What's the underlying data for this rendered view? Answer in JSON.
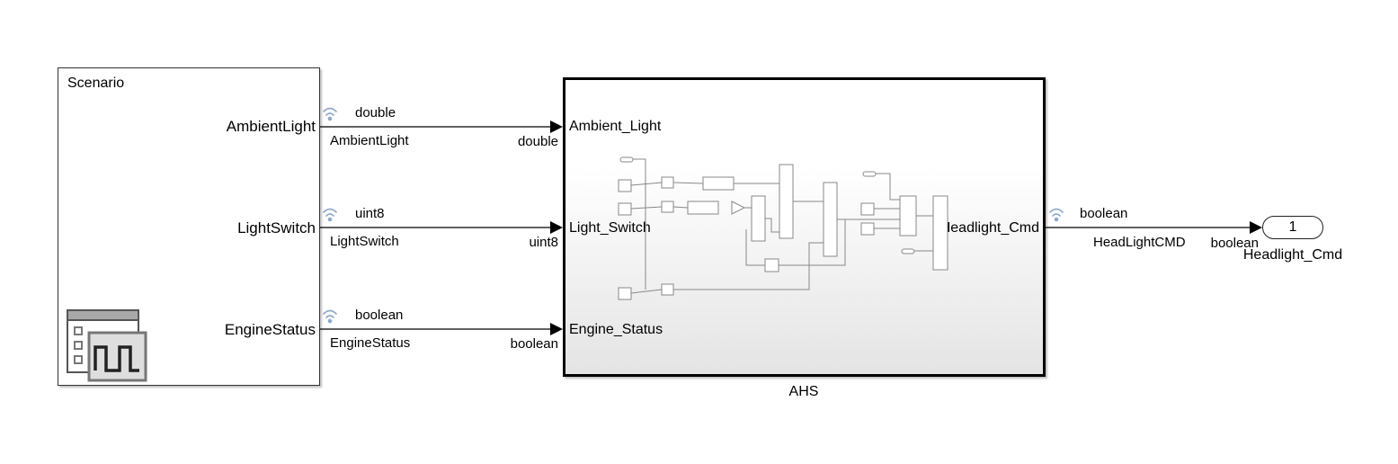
{
  "scenario": {
    "title": "Scenario",
    "ports": [
      "AmbientLight",
      "LightSwitch",
      "EngineStatus"
    ]
  },
  "signals": [
    {
      "type_above": "double",
      "name_below": "AmbientLight",
      "type_at_dest": "double"
    },
    {
      "type_above": "uint8",
      "name_below": "LightSwitch",
      "type_at_dest": "uint8"
    },
    {
      "type_above": "boolean",
      "name_below": "EngineStatus",
      "type_at_dest": "boolean"
    }
  ],
  "ahs": {
    "name": "AHS",
    "inputs": [
      "Ambient_Light",
      "Light_Switch",
      "Engine_Status"
    ],
    "output": "Headlight_Cmd"
  },
  "output_signal": {
    "type_above": "boolean",
    "name_below": "HeadLightCMD",
    "type_at_dest": "boolean"
  },
  "outport": {
    "number": "1",
    "name": "Headlight_Cmd"
  },
  "icons": {
    "scenario": "signal-editor-icon",
    "logging": "signal-logging-icon"
  },
  "colors": {
    "line": "#000000",
    "logging_badge": "#8fa9c8",
    "ahs_gradient_end": "#e4e4e4"
  }
}
